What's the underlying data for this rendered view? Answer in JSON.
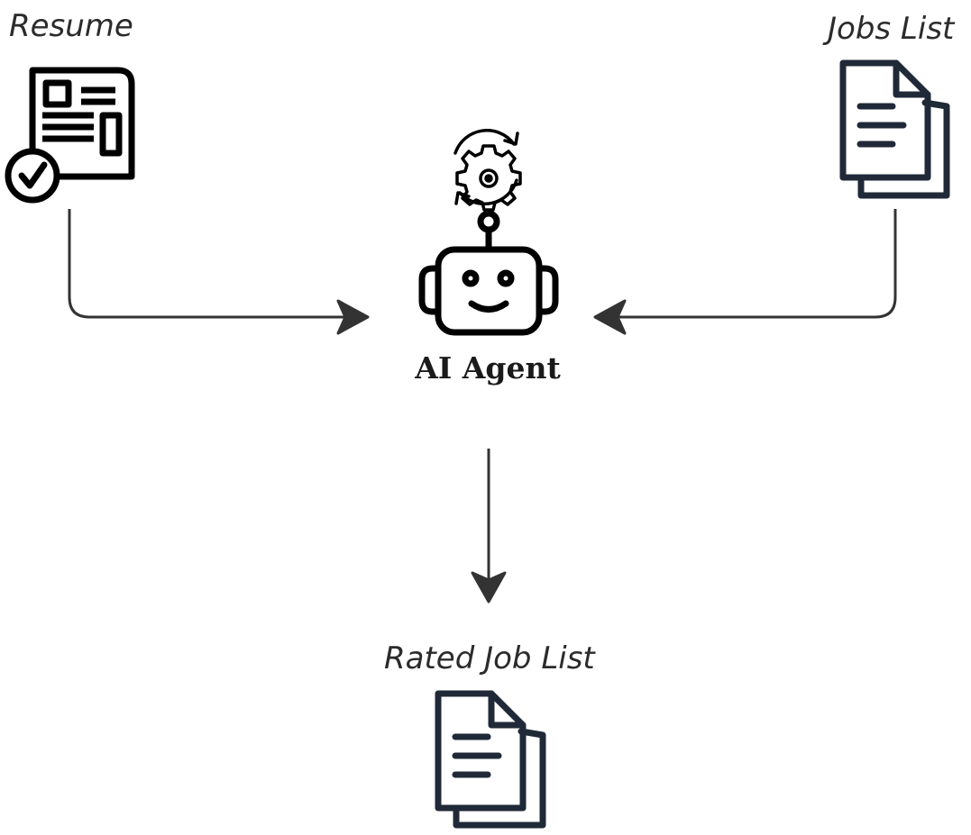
{
  "nodes": {
    "resume": {
      "label": "Resume",
      "icon": "resume-check-icon"
    },
    "jobs_list": {
      "label": "Jobs List",
      "icon": "documents-icon"
    },
    "agent": {
      "label": "AI Agent",
      "icon": "robot-icon",
      "badge_icon": "gear-refresh-icon"
    },
    "rated_job_list": {
      "label": "Rated Job List",
      "icon": "documents-icon"
    }
  },
  "edges": [
    {
      "from": "resume",
      "to": "agent"
    },
    {
      "from": "jobs_list",
      "to": "agent"
    },
    {
      "from": "agent",
      "to": "rated_job_list"
    }
  ],
  "colors": {
    "doc_stroke": "#1f2937",
    "arrow": "#333333",
    "icon": "#000000"
  }
}
